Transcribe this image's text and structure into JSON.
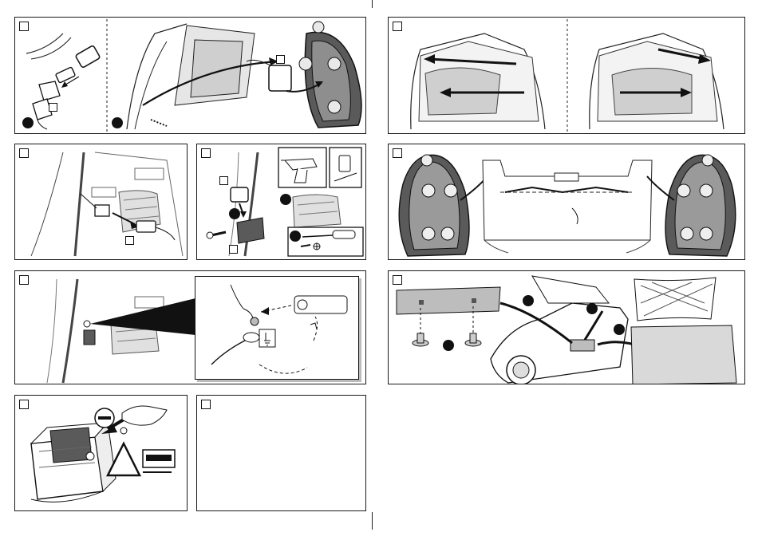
{
  "document": {
    "type": "installation-instructions",
    "colors": {
      "line": "#1a1a1a",
      "lamp_body": "#5a5a5a",
      "grey_fill": "#bdbdbd",
      "light_grey": "#d9d9d9",
      "bullet": "#111111"
    }
  },
  "panels": [
    {
      "id": "p1",
      "icon": "tail-lamp-disconnect-illustration"
    },
    {
      "id": "p2",
      "icon": "trunk-trim-remove-illustration"
    },
    {
      "id": "p3",
      "icon": "wiring-route-illustration"
    },
    {
      "id": "p4",
      "icon": "relay-mount-drill-illustration"
    },
    {
      "id": "p5",
      "icon": "tail-lamps-connect-illustration"
    },
    {
      "id": "p6",
      "icon": "ground-connection-illustration"
    },
    {
      "id": "p7",
      "icon": "trunk-accessories-reinstall-illustration"
    },
    {
      "id": "p8",
      "icon": "battery-negative-warning-illustration"
    },
    {
      "id": "p9",
      "icon": "empty-notes-panel"
    }
  ]
}
